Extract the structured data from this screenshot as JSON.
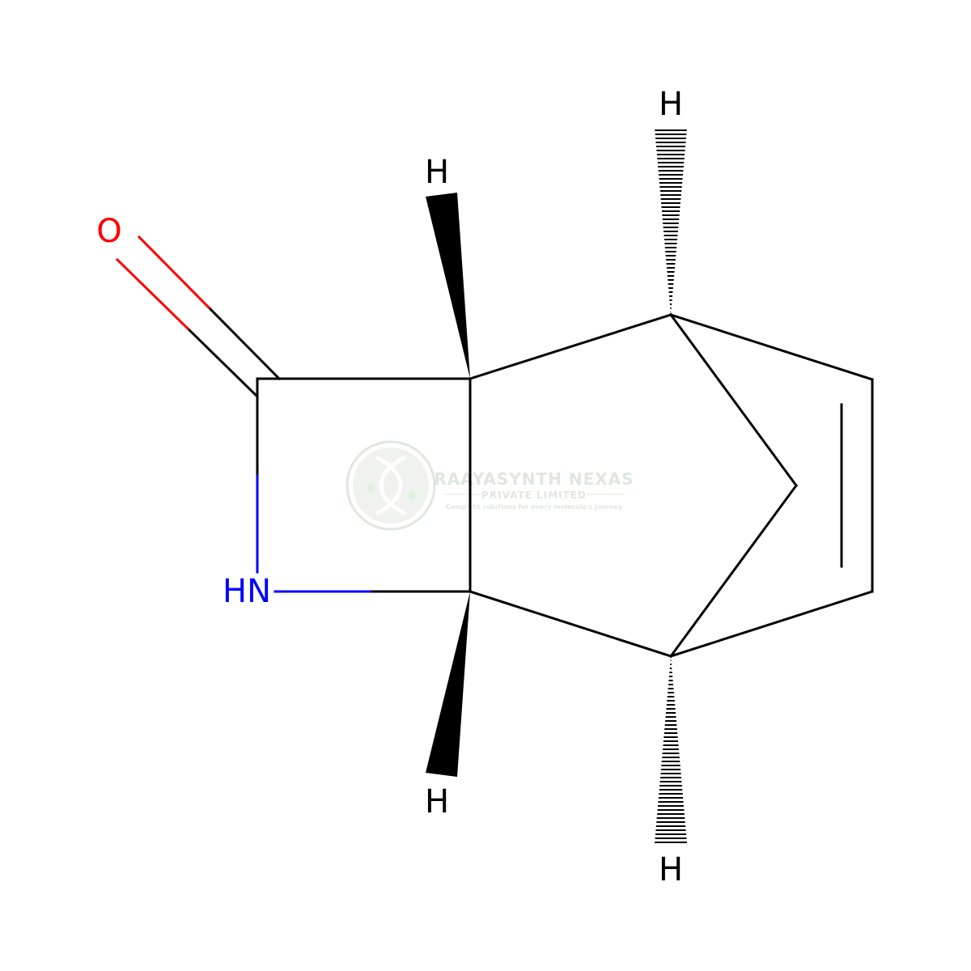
{
  "molecule": {
    "atoms": {
      "oxygen": "O",
      "nitrogen": "HN",
      "h_top_left": "H",
      "h_top_right": "H",
      "h_bottom_left": "H",
      "h_bottom_right": "H"
    }
  },
  "watermark": {
    "name": "RAAYASYNTH NEXAS",
    "subtitle": "PRIVATE LIMITED",
    "tagline": "Complete solutions for every molecule's journey"
  },
  "colors": {
    "bond": "#000000",
    "oxygen": "#ff0000",
    "nitrogen": "#0000ff",
    "watermark": "#c8d2c8"
  }
}
